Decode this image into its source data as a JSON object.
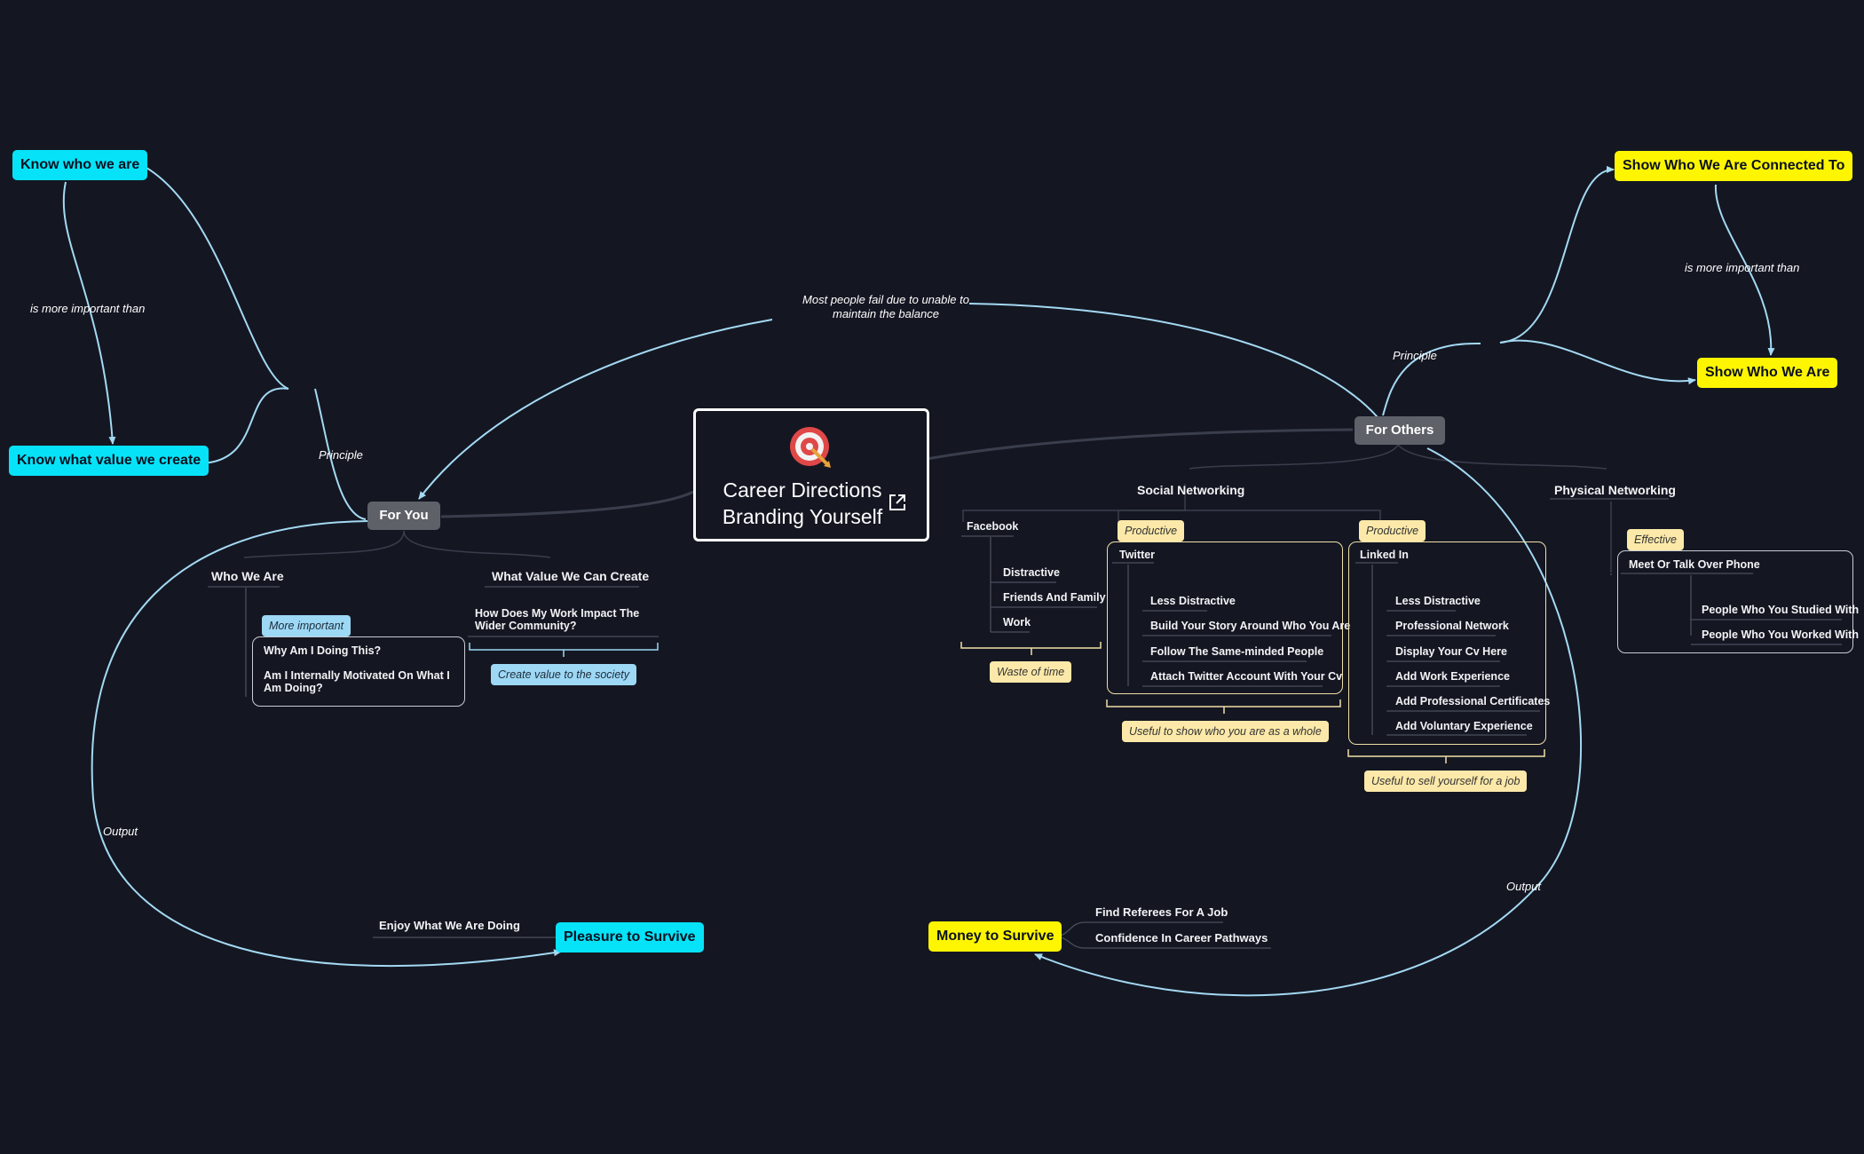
{
  "colors": {
    "background": "#141722",
    "link": "#a4d9f3",
    "cyan": "#06e3f8",
    "yellow": "#fdf600",
    "grey": "#5e6168",
    "tag_yellow": "#fce9a9",
    "tag_blue": "#9dd8f5"
  },
  "central": {
    "line1": "Career Directions",
    "line2": "Branding Yourself",
    "icon": "target-icon",
    "link_icon": "external-link-icon"
  },
  "relation_top": {
    "line1": "Most people fail due to unable to",
    "line2": "maintain the  balance"
  },
  "for_you": {
    "label": "For You",
    "principle": "Principle",
    "output": "Output",
    "know_who": "Know who we are",
    "know_what": "Know what value we create",
    "more_important": "is more important than",
    "who_we_are": {
      "title": "Who We Are",
      "tag": "More important",
      "items": [
        "Why Am I Doing This?",
        "Am I Internally Motivated On What I Am Doing?"
      ]
    },
    "what_value": {
      "title": "What Value We Can Create",
      "item": "How Does My Work Impact The Wider Community?",
      "summary": "Create value to the society"
    },
    "pleasure": "Pleasure to Survive",
    "enjoy": "Enjoy What We Are Doing"
  },
  "for_others": {
    "label": "For Others",
    "principle": "Principle",
    "output": "Output",
    "show_connected": "Show Who We Are Connected To",
    "show_who": "Show Who We Are",
    "more_important": "is more important than",
    "social": {
      "title": "Social Networking",
      "facebook": {
        "title": "Facebook",
        "items": [
          "Distractive",
          "Friends And Family",
          "Work"
        ],
        "summary": "Waste of time"
      },
      "twitter": {
        "tag": "Productive",
        "title": "Twitter",
        "items": [
          "Less Distractive",
          "Build Your Story Around Who You Are",
          "Follow The Same-minded People",
          "Attach Twitter Account With Your Cv"
        ],
        "summary": "Useful to show who you are as a whole"
      },
      "linkedin": {
        "tag": "Productive",
        "title": "Linked In",
        "items": [
          "Less Distractive",
          "Professional Network",
          "Display Your Cv Here",
          "Add Work Experience",
          "Add Professional Certificates",
          "Add Voluntary Experience"
        ],
        "summary": "Useful to sell yourself for a job"
      }
    },
    "physical": {
      "title": "Physical Networking",
      "tag": "Effective",
      "item": "Meet Or Talk Over Phone",
      "sub_items": [
        "People Who You Studied With",
        "People Who You Worked With"
      ]
    },
    "money": "Money to Survive",
    "money_items": [
      "Find Referees For A Job",
      "Confidence In Career Pathways"
    ]
  }
}
